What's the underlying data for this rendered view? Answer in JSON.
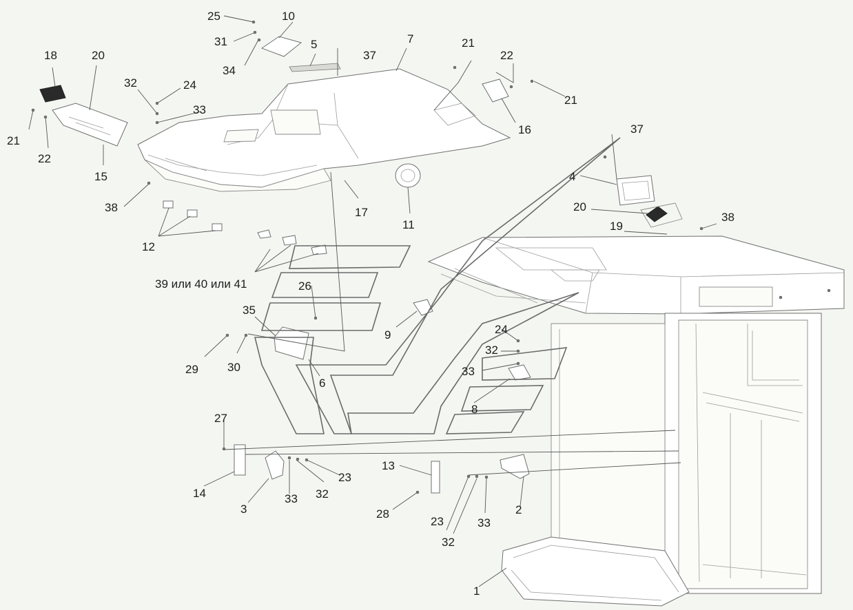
{
  "diagram": {
    "callouts": [
      {
        "id": "c1",
        "text": "1"
      },
      {
        "id": "c2",
        "text": "2"
      },
      {
        "id": "c3",
        "text": "3"
      },
      {
        "id": "c4",
        "text": "4"
      },
      {
        "id": "c5",
        "text": "5"
      },
      {
        "id": "c6",
        "text": "6"
      },
      {
        "id": "c7",
        "text": "7"
      },
      {
        "id": "c8",
        "text": "8"
      },
      {
        "id": "c9",
        "text": "9"
      },
      {
        "id": "c10",
        "text": "10"
      },
      {
        "id": "c11",
        "text": "11"
      },
      {
        "id": "c12",
        "text": "12"
      },
      {
        "id": "c13",
        "text": "13"
      },
      {
        "id": "c14",
        "text": "14"
      },
      {
        "id": "c15",
        "text": "15"
      },
      {
        "id": "c16",
        "text": "16"
      },
      {
        "id": "c17",
        "text": "17"
      },
      {
        "id": "c18",
        "text": "18"
      },
      {
        "id": "c19",
        "text": "19"
      },
      {
        "id": "c20a",
        "text": "20"
      },
      {
        "id": "c20b",
        "text": "20"
      },
      {
        "id": "c21a",
        "text": "21"
      },
      {
        "id": "c21b",
        "text": "21"
      },
      {
        "id": "c21c",
        "text": "21"
      },
      {
        "id": "c22a",
        "text": "22"
      },
      {
        "id": "c22b",
        "text": "22"
      },
      {
        "id": "c23a",
        "text": "23"
      },
      {
        "id": "c23b",
        "text": "23"
      },
      {
        "id": "c24a",
        "text": "24"
      },
      {
        "id": "c24b",
        "text": "24"
      },
      {
        "id": "c25",
        "text": "25"
      },
      {
        "id": "c26",
        "text": "26"
      },
      {
        "id": "c27",
        "text": "27"
      },
      {
        "id": "c28",
        "text": "28"
      },
      {
        "id": "c29",
        "text": "29"
      },
      {
        "id": "c30",
        "text": "30"
      },
      {
        "id": "c31",
        "text": "31"
      },
      {
        "id": "c32a",
        "text": "32"
      },
      {
        "id": "c32b",
        "text": "32"
      },
      {
        "id": "c32c",
        "text": "32"
      },
      {
        "id": "c32d",
        "text": "32"
      },
      {
        "id": "c33a",
        "text": "33"
      },
      {
        "id": "c33b",
        "text": "33"
      },
      {
        "id": "c33c",
        "text": "33"
      },
      {
        "id": "c33d",
        "text": "33"
      },
      {
        "id": "c34",
        "text": "34"
      },
      {
        "id": "c35",
        "text": "35"
      },
      {
        "id": "c37a",
        "text": "37"
      },
      {
        "id": "c37b",
        "text": "37"
      },
      {
        "id": "c38a",
        "text": "38"
      },
      {
        "id": "c38b",
        "text": "38"
      },
      {
        "id": "c39",
        "text": "39 или 40 или 41"
      }
    ]
  }
}
